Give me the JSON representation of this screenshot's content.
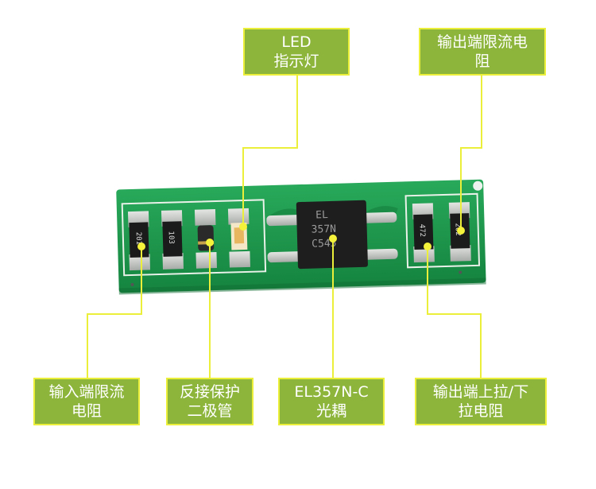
{
  "labels": {
    "led": {
      "text": "LED\n指示灯"
    },
    "out_resistor": {
      "text": "输出端限流电\n阻"
    },
    "in_resistor": {
      "text": "输入端限流\n电阻"
    },
    "diode": {
      "text": "反接保护\n二极管"
    },
    "optocoupler": {
      "text": "EL357N-C\n光耦"
    },
    "pull_resistor": {
      "text": "输出端上拉/下\n拉电阻"
    }
  },
  "components": {
    "r1_code": "201",
    "r2_code": "103",
    "chip_marking": [
      "EL",
      "357N",
      "C545"
    ],
    "r3_code": "472",
    "r4_code": "202"
  },
  "colors": {
    "label_fill": "#8db53c",
    "label_border": "#ecef3a",
    "callout_line": "#ecef3a",
    "pcb_green": "#1f9a4f",
    "pad_silver": "#c9ccc9"
  }
}
